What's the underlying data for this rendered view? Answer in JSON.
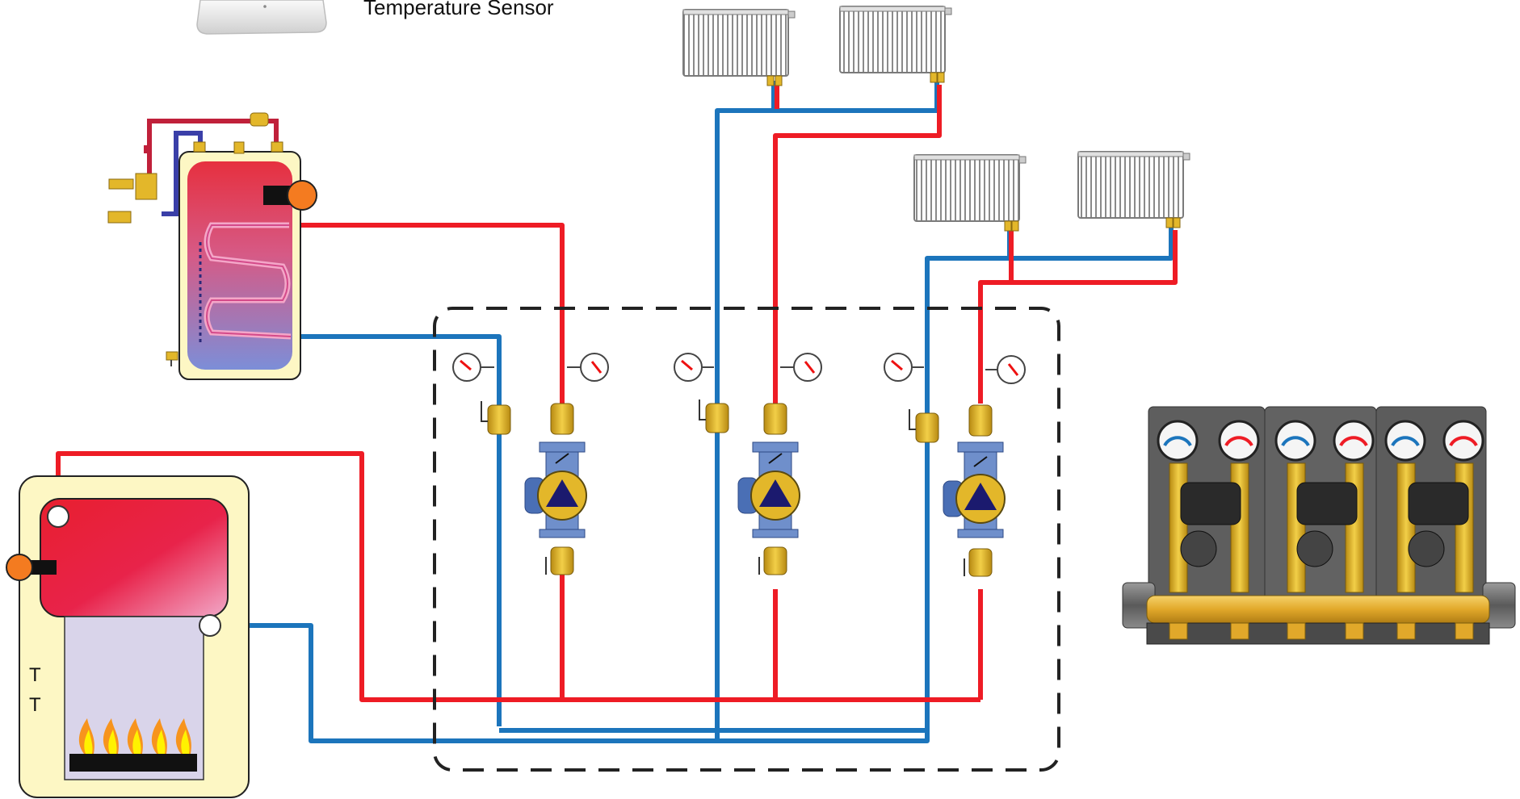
{
  "labels": {
    "sensor": "Temperature Sensor",
    "boiler_tag_line1": "T",
    "boiler_tag_line2": "T"
  },
  "colors": {
    "supply": "#ee1c25",
    "return": "#1c75bc",
    "boiler_cabinet": "#fdf7c4",
    "boiler_core": "#e8223a",
    "tank_gradient_top": "#e8344a",
    "tank_gradient_bottom": "#7b8ed6",
    "pump_body": "#4a6fb5",
    "pump_triangle": "#1b1a6e",
    "brass": "#e3b72a",
    "sensor_orange": "#f47b20",
    "dashed_frame": "#222222",
    "flame_outer": "#f7941d",
    "flame_inner": "#fff200",
    "manifold_brass": "#e9b52f",
    "manifold_body": "#4a4a4a"
  },
  "icons": {
    "thermostat": "wall-thermostat-icon",
    "radiator": "radiator-icon",
    "dhw_tank": "hot-water-cylinder-icon",
    "boiler": "solid-fuel-boiler-icon",
    "pump": "circulation-pump-icon",
    "valve": "ball-valve-icon",
    "gauge": "thermometer-gauge-icon",
    "manifold": "pump-station-manifold-icon"
  },
  "circuits": [
    {
      "name": "dhw-circuit"
    },
    {
      "name": "radiator-circuit-upper"
    },
    {
      "name": "radiator-circuit-lower"
    }
  ]
}
